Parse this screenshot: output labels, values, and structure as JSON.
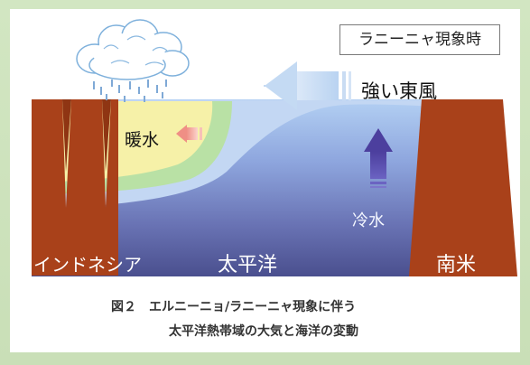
{
  "state_label": "ラニーニャ現象時",
  "labels": {
    "wind": "強い東風",
    "warm_water": "暖水",
    "cold_water": "冷水",
    "indonesia": "インドネシア",
    "pacific": "太平洋",
    "south_america": "南米"
  },
  "caption": {
    "line1": "図２　エルニーニョ/ラニーニャ現象に伴う",
    "line2": "太平洋熱帯域の大気と海洋の変動"
  },
  "icons": [
    "rain-cloud-icon",
    "wind-arrow-icon",
    "warm-flow-arrow-icon",
    "upwelling-arrow-icon"
  ],
  "colors": {
    "land": "#a9411a",
    "warm_water": "#f5f0a6",
    "mid_water": "#b8e0a0",
    "ocean_top": "#a7c6ee",
    "ocean_deep": "#48528f",
    "wind_arrow": "#c2d9f4",
    "upwelling_arrow": "#5a4fb0",
    "warm_arrow": "#f3a8a0"
  }
}
